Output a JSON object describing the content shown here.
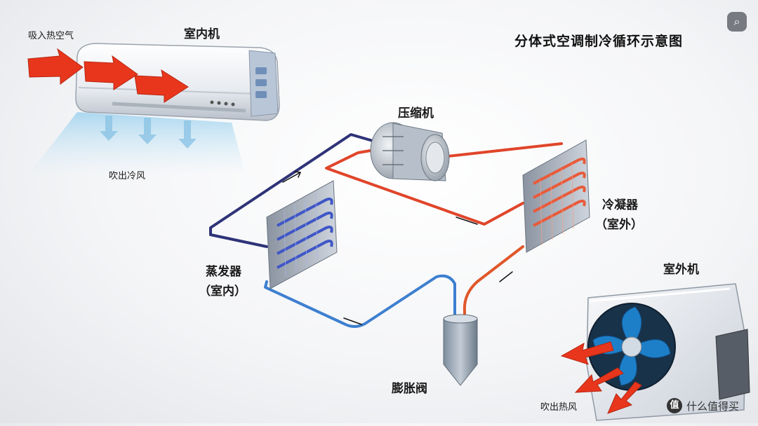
{
  "title": "分体式空调制冷循环示意图",
  "labels": {
    "indoor_unit": "室内机",
    "intake": "吸入热空气",
    "cold_out": "吹出冷风",
    "compressor": "压缩机",
    "condenser": "冷凝器",
    "condenser_loc": "（室外）",
    "evaporator": "蒸发器",
    "evaporator_loc": "（室内）",
    "expansion_valve": "膨胀阀",
    "outdoor_unit": "室外机",
    "hot_out": "吹出热风"
  },
  "colors": {
    "hot_pipe": "#e0452a",
    "cold_pipe": "#3d7fd0",
    "dark_pipe": "#2e3378",
    "arrow_red": "#e8361d",
    "fan_blue": "#1e7fc9"
  },
  "icons": {
    "lens": "image-search-icon",
    "watermark_logo": "smzdm-logo"
  },
  "watermark": {
    "logo_char": "值",
    "text": "什么值得买"
  }
}
